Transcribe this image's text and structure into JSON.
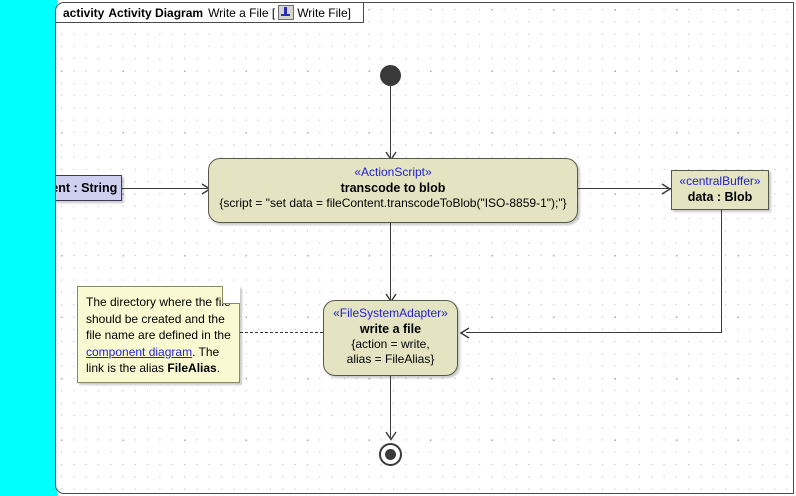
{
  "frame": {
    "keyword": "activity",
    "type_label": "Activity Diagram",
    "diagram_name": "Write a File [",
    "icon": "activity-diagram-icon",
    "context_name": "Write File",
    "bracket_close": "]"
  },
  "selection_strip": {
    "color": "#00FFFF"
  },
  "nodes": {
    "input_pin": {
      "label": "fileContent : String",
      "fill": "#CFCFF2"
    },
    "initial_node": {
      "name": "initial-node"
    },
    "transcode_action": {
      "stereotype": "«ActionScript»",
      "name": "transcode to blob",
      "property": "{script = \"set data = fileContent.transcodeToBlob(\"ISO-8859-1\");\"}",
      "fill": "#E4E4C3",
      "stereotype_color": "#2222cc"
    },
    "central_buffer": {
      "stereotype": "«centralBuffer»",
      "name": "data : Blob",
      "fill": "#E4E4C3"
    },
    "write_action": {
      "stereotype": "«FileSystemAdapter»",
      "name": "write a file",
      "property_line1": "{action = write,",
      "property_line2": "alias = FileAlias}",
      "fill": "#E4E4C3"
    },
    "final_node": {
      "name": "activity-final-node"
    }
  },
  "note": {
    "text_part1": "The directory where the file should be created and the file name are defined in the ",
    "link_text": "component diagram",
    "text_part2": ". The link is the alias ",
    "bold_text": "FileAlias",
    "text_part3": ".",
    "fill": "#FAFAD2",
    "link_color": "#2222dd"
  }
}
